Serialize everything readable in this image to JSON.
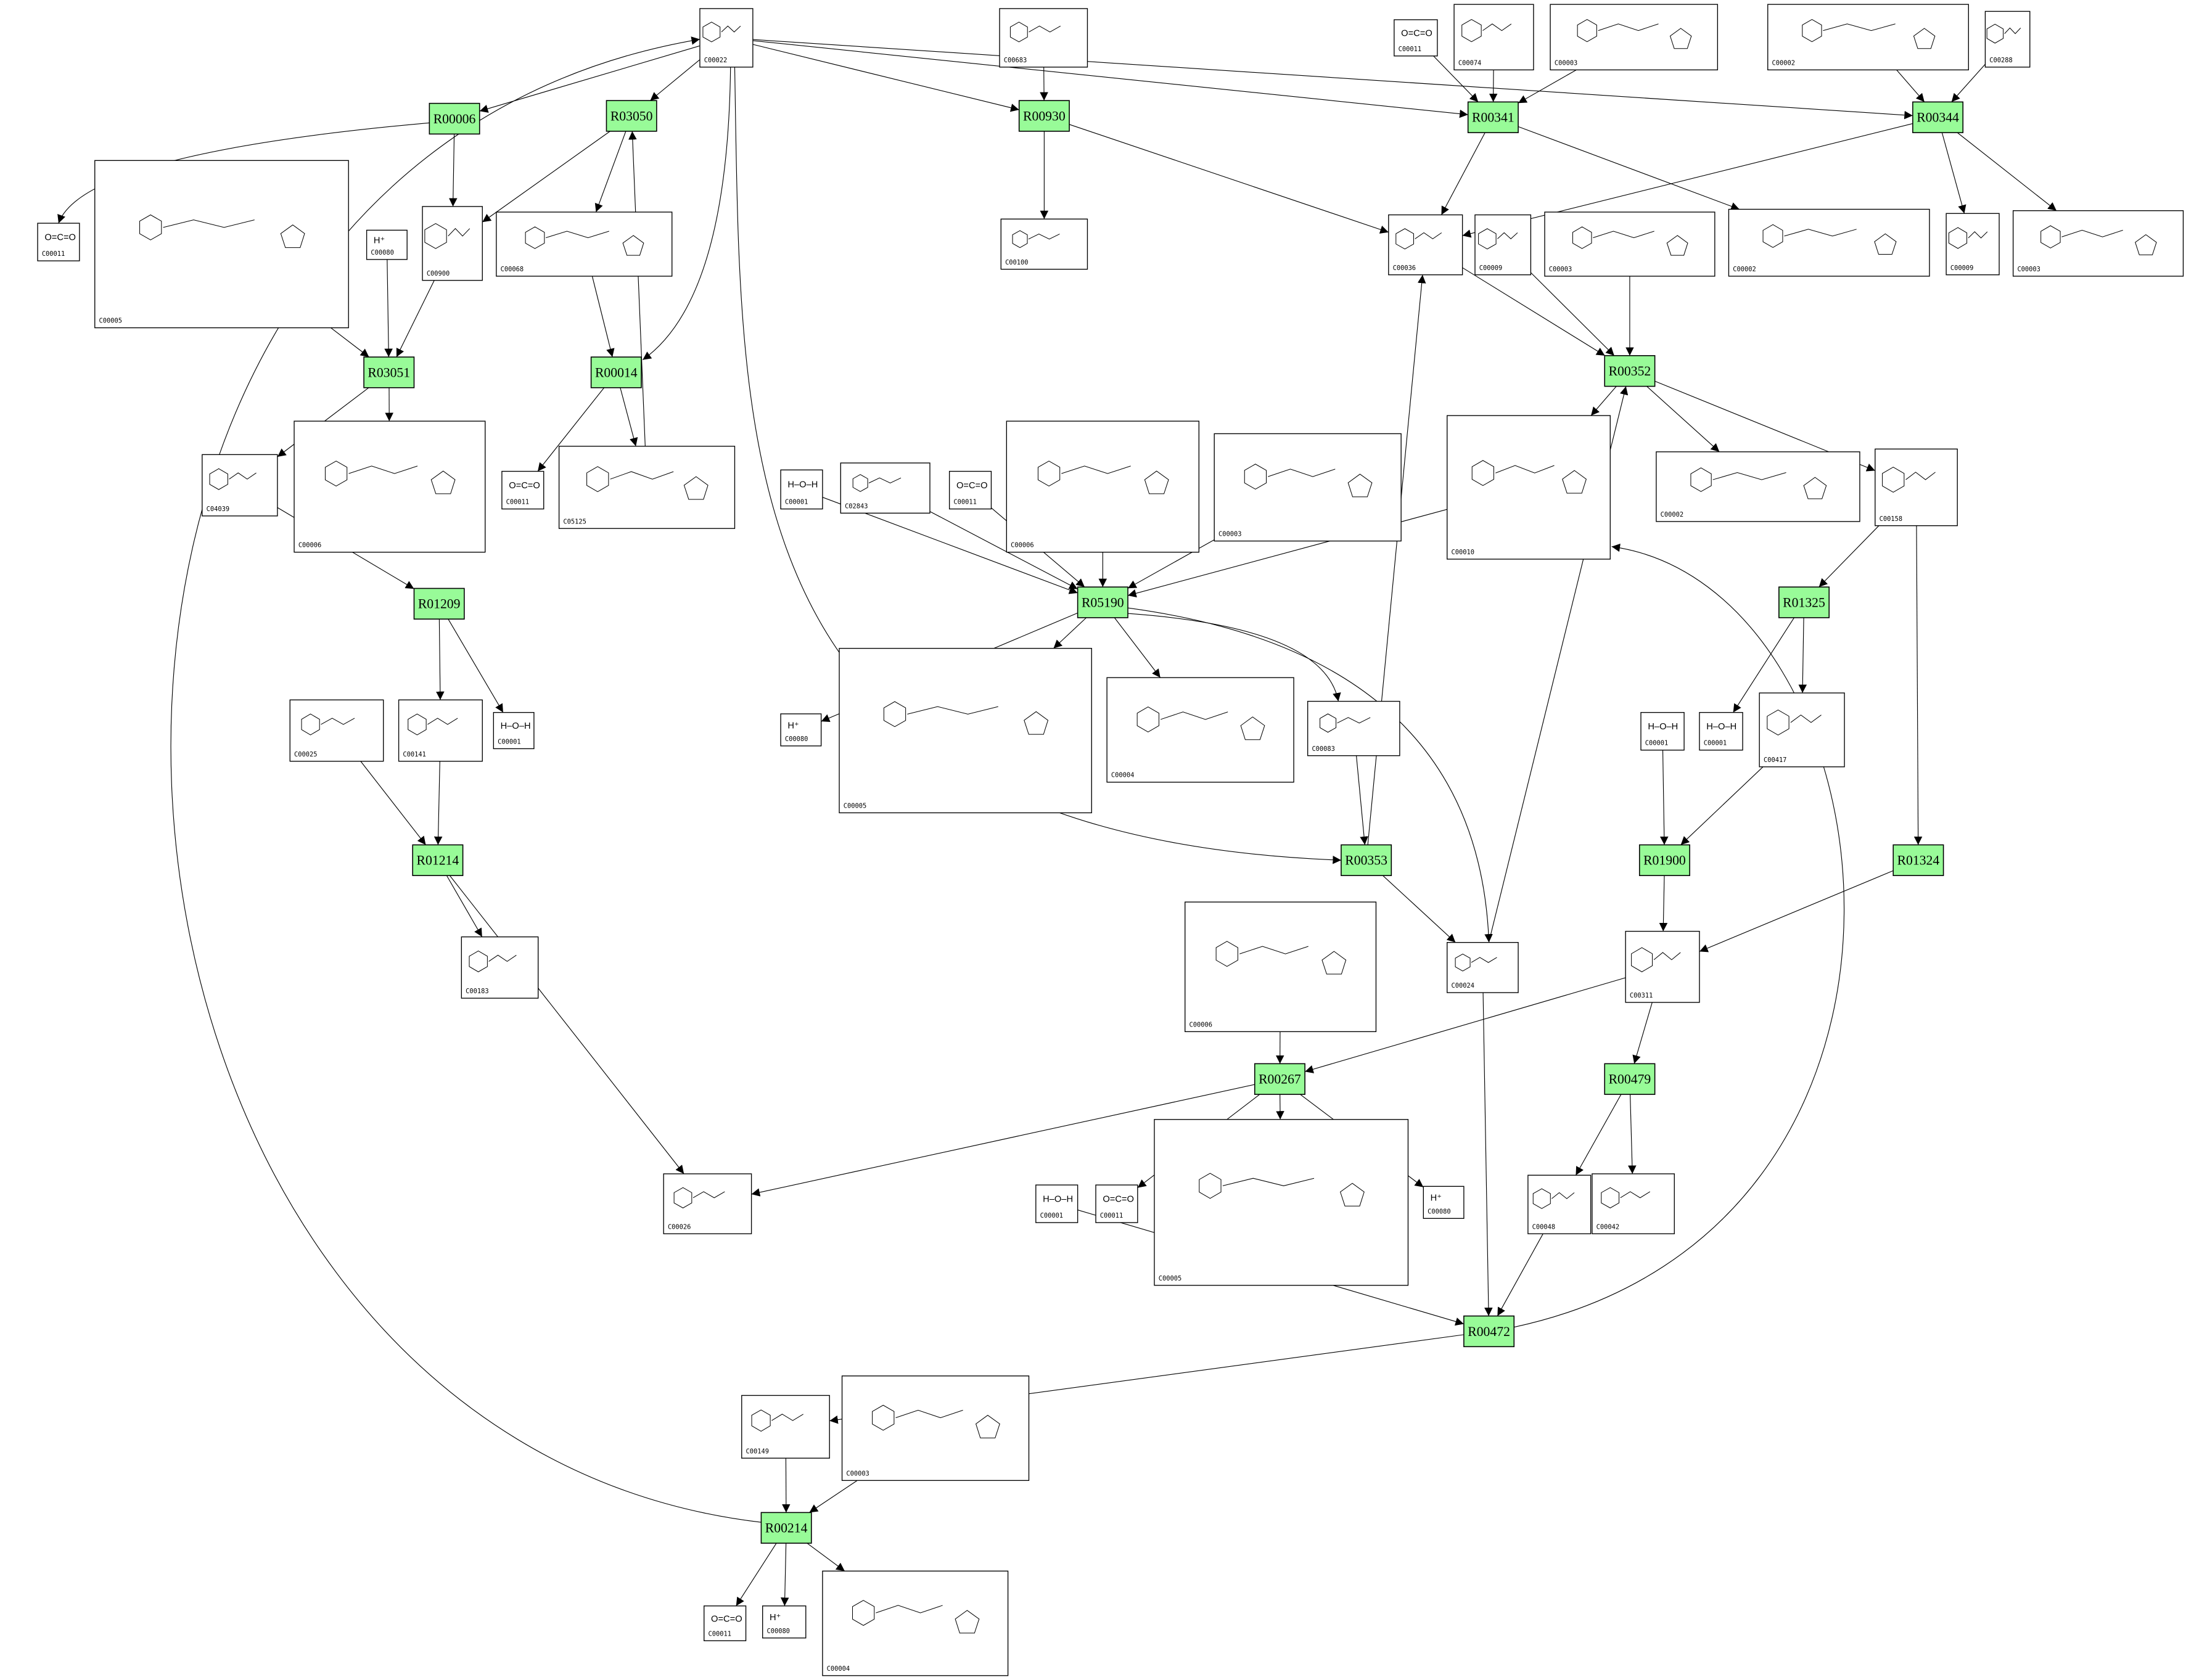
{
  "colors": {
    "reaction_fill": "#98fb98",
    "compound_fill": "#ffffff",
    "edge": "#000000"
  },
  "reactions": [
    "R00006",
    "R03050",
    "R00930",
    "R00341",
    "R00344",
    "R03051",
    "R00014",
    "R00352",
    "R01209",
    "R05190",
    "R01325",
    "R01214",
    "R00353",
    "R01900",
    "R01324",
    "R00267",
    "R00479",
    "R00472",
    "R00214"
  ],
  "compounds": [
    {
      "id": "C00022"
    },
    {
      "id": "C00683"
    },
    {
      "id": "C00011",
      "formula": "O=C=O"
    },
    {
      "id": "C00074"
    },
    {
      "id": "C00003"
    },
    {
      "id": "C00002"
    },
    {
      "id": "C00288"
    },
    {
      "id": "C00011",
      "formula": "O=C=O"
    },
    {
      "id": "C00005"
    },
    {
      "id": "C00080",
      "formula": "H⁺"
    },
    {
      "id": "C00900"
    },
    {
      "id": "C00068"
    },
    {
      "id": "C00100"
    },
    {
      "id": "C00036"
    },
    {
      "id": "C00009"
    },
    {
      "id": "C00003"
    },
    {
      "id": "C00002"
    },
    {
      "id": "C00009"
    },
    {
      "id": "C00003"
    },
    {
      "id": "C04039"
    },
    {
      "id": "C00006"
    },
    {
      "id": "C00011",
      "formula": "O=C=O"
    },
    {
      "id": "C05125"
    },
    {
      "id": "C00001",
      "formula": "H–O–H"
    },
    {
      "id": "C02843"
    },
    {
      "id": "C00011",
      "formula": "O=C=O"
    },
    {
      "id": "C00006"
    },
    {
      "id": "C00003"
    },
    {
      "id": "C00010"
    },
    {
      "id": "C00002"
    },
    {
      "id": "C00158"
    },
    {
      "id": "C00025"
    },
    {
      "id": "C00141"
    },
    {
      "id": "C00001",
      "formula": "H–O–H"
    },
    {
      "id": "C00080",
      "formula": "H⁺"
    },
    {
      "id": "C00005"
    },
    {
      "id": "C00004"
    },
    {
      "id": "C00083"
    },
    {
      "id": "C00001",
      "formula": "H–O–H"
    },
    {
      "id": "C00001",
      "formula": "H–O–H"
    },
    {
      "id": "C00417"
    },
    {
      "id": "C00183"
    },
    {
      "id": "C00006"
    },
    {
      "id": "C00024"
    },
    {
      "id": "C00311"
    },
    {
      "id": "C00026"
    },
    {
      "id": "C00001",
      "formula": "H–O–H"
    },
    {
      "id": "C00011",
      "formula": "O=C=O"
    },
    {
      "id": "C00005"
    },
    {
      "id": "C00080",
      "formula": "H⁺"
    },
    {
      "id": "C00048"
    },
    {
      "id": "C00042"
    },
    {
      "id": "C00149"
    },
    {
      "id": "C00003"
    },
    {
      "id": "C00011",
      "formula": "O=C=O"
    },
    {
      "id": "C00080",
      "formula": "H⁺"
    },
    {
      "id": "C00004"
    }
  ],
  "edges": [
    [
      "c0",
      "R00006"
    ],
    [
      "c0",
      "R03050"
    ],
    [
      "c0",
      "R00930"
    ],
    [
      "c0",
      "R00341"
    ],
    [
      "c0",
      "R00344"
    ],
    [
      "c0",
      "R00014"
    ],
    [
      "c0",
      "R00353"
    ],
    [
      "R00214",
      "c0"
    ],
    [
      "R00006",
      "c7"
    ],
    [
      "R00006",
      "c10"
    ],
    [
      "R03050",
      "c10"
    ],
    [
      "R03050",
      "c11"
    ],
    [
      "c22",
      "R03050"
    ],
    [
      "c1",
      "R00930"
    ],
    [
      "R00930",
      "c12"
    ],
    [
      "R00930",
      "c13"
    ],
    [
      "c2",
      "R00341"
    ],
    [
      "c3",
      "R00341"
    ],
    [
      "c4",
      "R00341"
    ],
    [
      "R00341",
      "c13"
    ],
    [
      "R00341",
      "c16"
    ],
    [
      "c5",
      "R00344"
    ],
    [
      "c6",
      "R00344"
    ],
    [
      "R00344",
      "c13"
    ],
    [
      "R00344",
      "c17"
    ],
    [
      "R00344",
      "c18"
    ],
    [
      "c8",
      "R03051"
    ],
    [
      "c9",
      "R03051"
    ],
    [
      "c10",
      "R03051"
    ],
    [
      "R03051",
      "c19"
    ],
    [
      "R03051",
      "c20"
    ],
    [
      "c11",
      "R00014"
    ],
    [
      "R00014",
      "c21"
    ],
    [
      "R00014",
      "c22"
    ],
    [
      "c13",
      "R00352"
    ],
    [
      "c14",
      "R00352"
    ],
    [
      "c15",
      "R00352"
    ],
    [
      "R00352",
      "c28"
    ],
    [
      "R00352",
      "c29"
    ],
    [
      "R00352",
      "c30"
    ],
    [
      "c19",
      "R01209"
    ],
    [
      "R01209",
      "c32"
    ],
    [
      "R01209",
      "c33"
    ],
    [
      "c23",
      "R05190"
    ],
    [
      "c24",
      "R05190"
    ],
    [
      "c25",
      "R05190"
    ],
    [
      "c26",
      "R05190"
    ],
    [
      "c27",
      "R05190"
    ],
    [
      "c28",
      "R05190"
    ],
    [
      "R05190",
      "c34"
    ],
    [
      "R05190",
      "c35"
    ],
    [
      "R05190",
      "c36"
    ],
    [
      "R05190",
      "c37"
    ],
    [
      "R05190",
      "c43"
    ],
    [
      "c30",
      "R01325"
    ],
    [
      "c30",
      "R01324"
    ],
    [
      "R01325",
      "c39"
    ],
    [
      "R01325",
      "c40"
    ],
    [
      "c31",
      "R01214"
    ],
    [
      "c32",
      "R01214"
    ],
    [
      "R01214",
      "c41"
    ],
    [
      "R01214",
      "c45"
    ],
    [
      "c37",
      "R00353"
    ],
    [
      "R00353",
      "c13"
    ],
    [
      "R00353",
      "c43"
    ],
    [
      "c38",
      "R01900"
    ],
    [
      "c40",
      "R01900"
    ],
    [
      "R01900",
      "c44"
    ],
    [
      "R01324",
      "c44"
    ],
    [
      "c43",
      "R00352"
    ],
    [
      "c43",
      "R00472"
    ],
    [
      "c42",
      "R00267"
    ],
    [
      "c44",
      "R00267"
    ],
    [
      "R00267",
      "c45"
    ],
    [
      "R00267",
      "c47"
    ],
    [
      "R00267",
      "c48"
    ],
    [
      "R00267",
      "c49"
    ],
    [
      "c44",
      "R00479"
    ],
    [
      "R00479",
      "c50"
    ],
    [
      "R00479",
      "c51"
    ],
    [
      "c46",
      "R00472"
    ],
    [
      "c50",
      "R00472"
    ],
    [
      "R00472",
      "c52"
    ],
    [
      "R00472",
      "c28"
    ],
    [
      "c52",
      "R00214"
    ],
    [
      "c53",
      "R00214"
    ],
    [
      "R00214",
      "c54"
    ],
    [
      "R00214",
      "c55"
    ],
    [
      "R00214",
      "c56"
    ]
  ]
}
